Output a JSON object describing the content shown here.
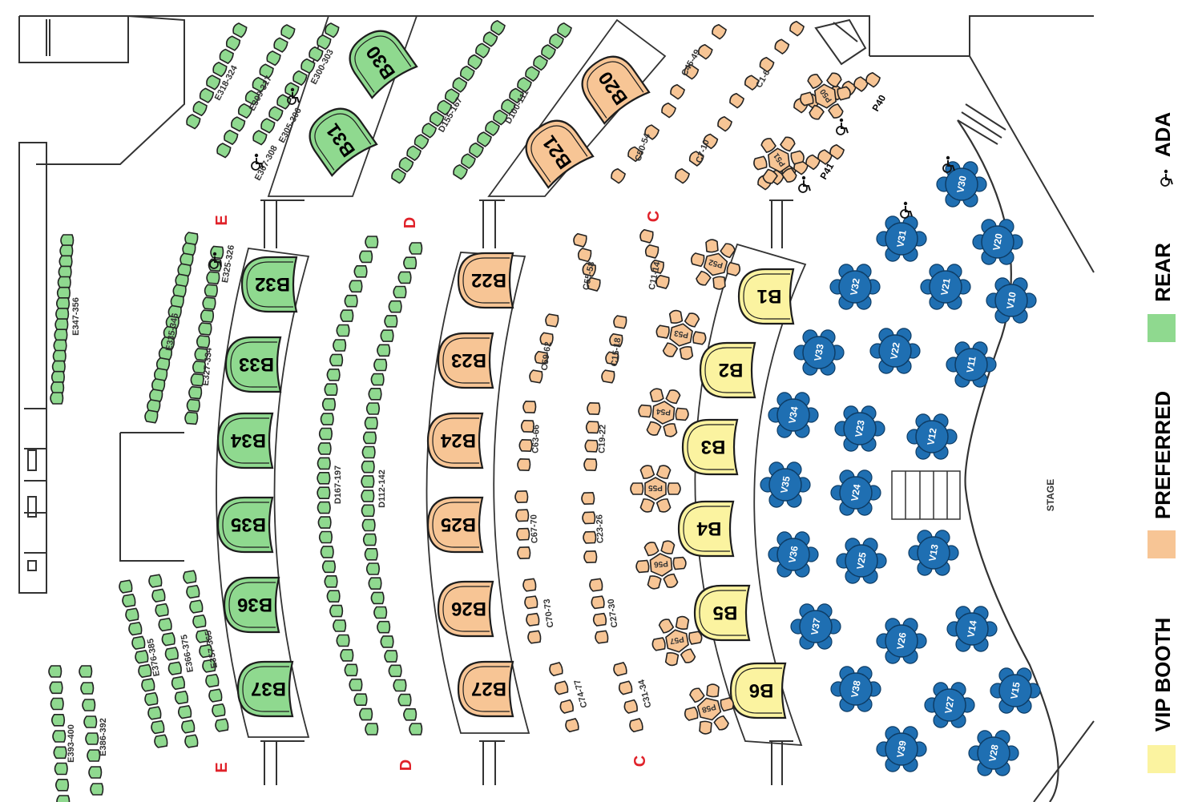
{
  "colors": {
    "rear": "#8fd98f",
    "preferred": "#f7c595",
    "vip": "#fbf3a0",
    "v_table": "#1f6fb2",
    "outline": "#222222",
    "row_letter": "#e0222a",
    "booth_outline": "#1d1d1d"
  },
  "row_letters": {
    "e": "E",
    "d": "D",
    "c": "C"
  },
  "booths": {
    "rear": [
      "B30",
      "B31",
      "B32",
      "B33",
      "B34",
      "B35",
      "B36",
      "B37"
    ],
    "preferred": [
      "B20",
      "B21",
      "B22",
      "B23",
      "B24",
      "B25",
      "B26",
      "B27"
    ],
    "vip": [
      "B1",
      "B2",
      "B3",
      "B4",
      "B5",
      "B6"
    ]
  },
  "v_tables": [
    "V10",
    "V11",
    "V12",
    "V13",
    "V14",
    "V15",
    "V20",
    "V21",
    "V22",
    "V23",
    "V24",
    "V25",
    "V26",
    "V27",
    "V28",
    "V30",
    "V31",
    "V32",
    "V33",
    "V34",
    "V35",
    "V36",
    "V37",
    "V38",
    "V39"
  ],
  "p_tables": [
    "P50",
    "P51",
    "P52",
    "P53",
    "P54",
    "P55",
    "P56",
    "P57",
    "P58"
  ],
  "p_labels": {
    "p40": "P40",
    "p41": "P41"
  },
  "seat_groups": [
    "E318-324",
    "E309-317",
    "E305-306",
    "E300-303",
    "E307-308",
    "D155-167",
    "D100-111",
    "C45-49",
    "C1-6",
    "C50-54",
    "C7-10",
    "E325-326",
    "E335-346",
    "E327-334",
    "E347-356",
    "D167-197",
    "D112-142",
    "C55-58",
    "C11-14",
    "C59-62",
    "C15-18",
    "C63-66",
    "C19-22",
    "C67-70",
    "C23-26",
    "C70-73",
    "C27-30",
    "C74-77",
    "C31-34",
    "E376-385",
    "E366-375",
    "E357-365",
    "E393-400",
    "E386-392"
  ],
  "stage_label": "STAGE",
  "legend": [
    {
      "label": "ADA",
      "icon": "wheelchair-icon"
    },
    {
      "label": "REAR",
      "color": "#8fd98f"
    },
    {
      "label": "PREFERRED",
      "color": "#f7c595"
    },
    {
      "label": "VIP BOOTH",
      "color": "#fbf3a0"
    }
  ]
}
